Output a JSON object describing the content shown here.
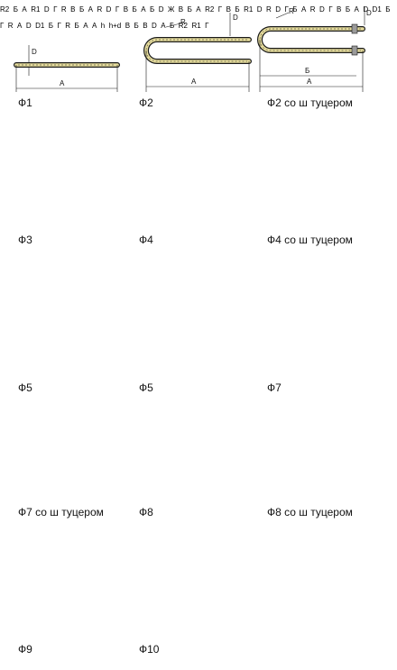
{
  "captions": {
    "f1": "Ф1",
    "f2": "Ф2",
    "f2s": "Ф2 со ш туцером",
    "f3": "Ф3",
    "f4": "Ф4",
    "f4s": "Ф4 со ш туцером",
    "f5a": "Ф5",
    "f5b": "Ф5",
    "f7": "Ф7",
    "f7s": "Ф7 со ш туцером",
    "f8": "Ф8",
    "f8s": "Ф8 со ш туцером",
    "f9": "Ф9",
    "f10": "Ф10"
  },
  "dims": {
    "f1": [
      "D",
      "A"
    ],
    "f2": [
      "R",
      "D",
      "A"
    ],
    "f2s": [
      "R",
      "D",
      "Б",
      "A"
    ],
    "f3": [
      "R2",
      "Б",
      "A",
      "R1",
      "D",
      "Г"
    ],
    "f4": [
      "R",
      "B",
      "Б",
      "A"
    ],
    "f4s": [
      "R",
      "D",
      "Г",
      "B",
      "Б",
      "A"
    ],
    "f5a": [
      "Б",
      "D",
      "Ж",
      "B",
      "Б",
      "A"
    ],
    "f5b": [
      "R2",
      "Г",
      "B",
      "Б",
      "R1",
      "D"
    ],
    "f7": [
      "R",
      "D",
      "Г",
      "Б",
      "A"
    ],
    "f7s": [
      "R",
      "D",
      "Г",
      "B",
      "Б",
      "A"
    ],
    "f8": [
      "D",
      "D1",
      "Б",
      "Г",
      "R",
      "A"
    ],
    "f8s": [
      "D",
      "D1",
      "Б",
      "Г",
      "R",
      "Б",
      "A"
    ],
    "f9": [
      "A",
      "h",
      "h+d"
    ],
    "f10": [
      "B",
      "D",
      "Б",
      "A",
      "R2",
      "R1",
      "Г"
    ]
  }
}
